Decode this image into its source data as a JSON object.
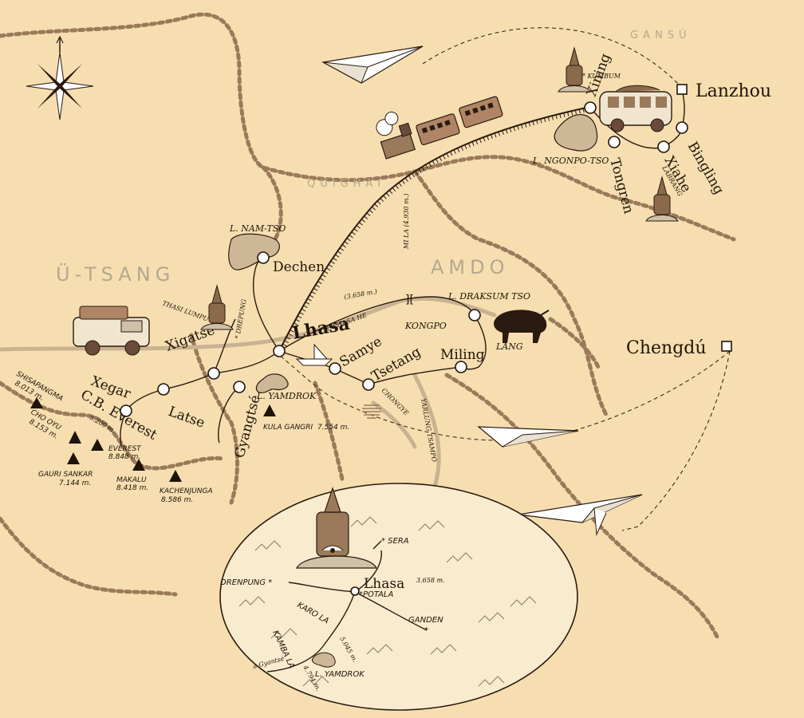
{
  "regions": {
    "gansu": "GANSÚ",
    "quighai": "QUIGHAI",
    "utsang": "Ü-TSANG",
    "amdo": "AMDO"
  },
  "cities": {
    "lanzhou": "Lanzhou",
    "chengdu": "Chengdú",
    "lhasa": "Lhasa",
    "lhasa_alt": "(3.658 m.)",
    "xining": "Xining",
    "bingling": "Bingling",
    "xiahe": "Xiahe",
    "tongren": "Tongren",
    "dechen": "Dechen",
    "miling": "Miling",
    "tsetang": "Tsetang",
    "samye": "Samye",
    "xigatse": "Xigatsé",
    "gyangtse": "Gyangtsé",
    "latse": "Latse",
    "xegar": "Xegar",
    "cb_everest": "C.B. Everest",
    "cb_everest_alt": "5.200 m."
  },
  "places": {
    "kumbum": "* KUMBUM",
    "labrang": "LABRANG",
    "l_ngonpo_tso": "L. NGONPO-TSO",
    "l_nam_tso": "L. NAM-TSO",
    "l_draksum_tso": "L. DRAKSUM TSO",
    "l_yamdrok": "L. YAMDROK",
    "thasi_lumpu": "THASI LUMPU",
    "drepung": "* DREPUNG",
    "r_lhasa_he": "R. LHASA HE",
    "kongpo": "KONGPO",
    "lang": "LANG",
    "chongye": "CHONGYE",
    "yarlung_tsampo": "YARLUNG TSAMPO",
    "mi_la": "MI LA (4.930 m.)"
  },
  "peaks": [
    {
      "name": "SHISAPANGMA",
      "alt": "8.013 m."
    },
    {
      "name": "CHO OYU",
      "alt": "8.153 m."
    },
    {
      "name": "EVEREST",
      "alt": "8.848 m."
    },
    {
      "name": "GAURI SANKAR",
      "alt": "7.144 m."
    },
    {
      "name": "MAKALU",
      "alt": "8.418 m."
    },
    {
      "name": "KACHENJUNGA",
      "alt": "8.586 m."
    },
    {
      "name": "KULA GANGRI",
      "alt": "7.554 m."
    }
  ],
  "inset": {
    "lhasa": "Lhasa",
    "lhasa_alt": "3.658 m.",
    "potala": "*POTALA",
    "sera": "* SERA",
    "drenpung": "DRENPUNG *",
    "ganden": "GANDEN",
    "karo_la": "KARO LA",
    "karo_la_alt": "5.045 m.",
    "kamba_la": "KAMBA LA",
    "kamba_la_alt": "4.794 m.",
    "gyantse": "a Gyantsé",
    "l_yamdrok": "L. YAMDROK"
  },
  "colors": {
    "background": "#f6deb0",
    "border_dots": "#9a7a5a",
    "route": "#2a1a10",
    "inset_fill": "#f9ebcd",
    "region_text": "#b4a890"
  }
}
